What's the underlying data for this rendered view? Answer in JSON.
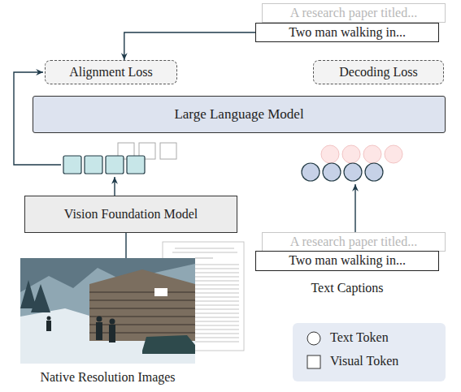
{
  "diagram": {
    "nodes": [
      {
        "text": [
          "A research paper titled..."
        ]
      },
      {
        "text": [
          "Two man walking in..."
        ]
      },
      {
        "text": [
          "Alignment Loss"
        ]
      },
      {
        "text": [
          "Decoding Loss"
        ]
      },
      {
        "text": [
          "Large Language Model"
        ]
      },
      {
        "text": [
          "Vision Foundation Model"
        ]
      },
      {
        "text": [
          "A research paper titled..."
        ]
      },
      {
        "text": [
          "Two man walking in..."
        ]
      }
    ],
    "edges": [
      {
        "from": 1,
        "to": 2,
        "arrow": "to"
      }
    ],
    "labels": [
      "Text Captions",
      "Native Resolution Images"
    ],
    "legend": [
      {
        "text": "Text Token"
      },
      {
        "text": "Visual Token"
      }
    ]
  }
}
